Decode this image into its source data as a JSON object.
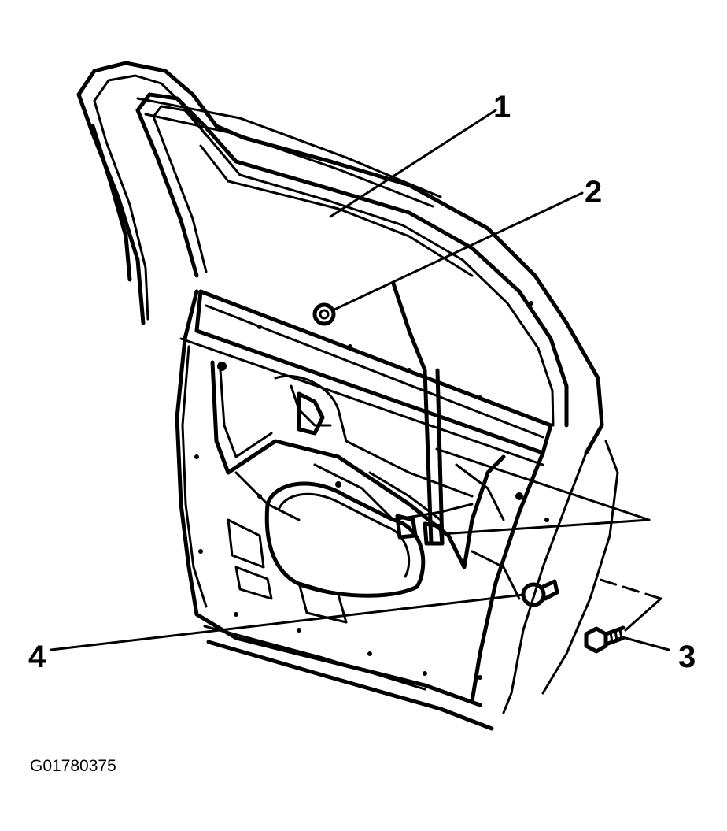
{
  "figure_id": "G01780375",
  "callouts": [
    {
      "number": "1"
    },
    {
      "number": "2"
    },
    {
      "number": "3"
    },
    {
      "number": "4"
    }
  ]
}
